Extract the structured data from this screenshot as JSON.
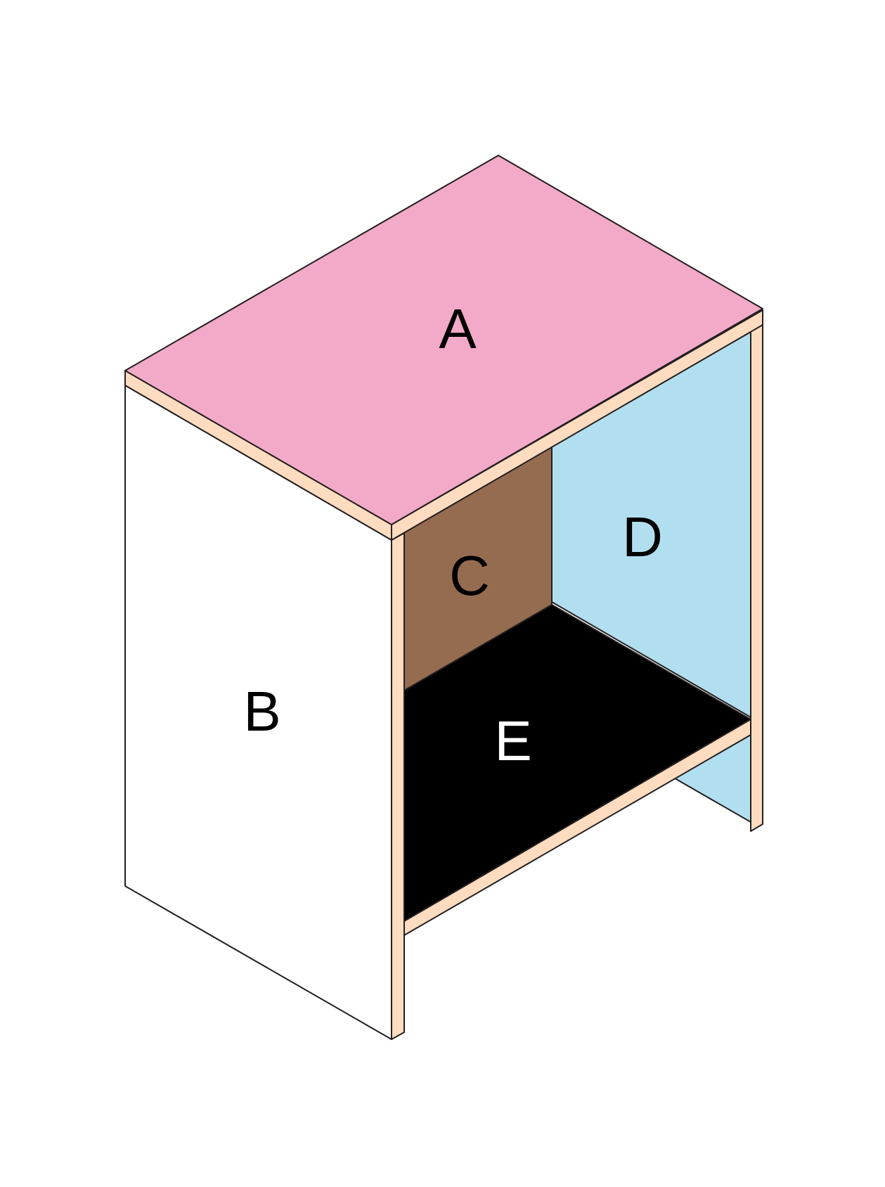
{
  "colors": {
    "top": "#f3aac8",
    "side_left": "#ffffff",
    "back": "#966c50",
    "side_right": "#b2dff0",
    "shelf": "#000000",
    "edge_wood": "#ffdcc0",
    "outline": "#231f20",
    "label_dark": "#000000",
    "label_light": "#ffffff"
  },
  "panels": [
    {
      "id": "top",
      "label": "A"
    },
    {
      "id": "left-side",
      "label": "B"
    },
    {
      "id": "back",
      "label": "C"
    },
    {
      "id": "right-side",
      "label": "D"
    },
    {
      "id": "shelf",
      "label": "E"
    }
  ]
}
